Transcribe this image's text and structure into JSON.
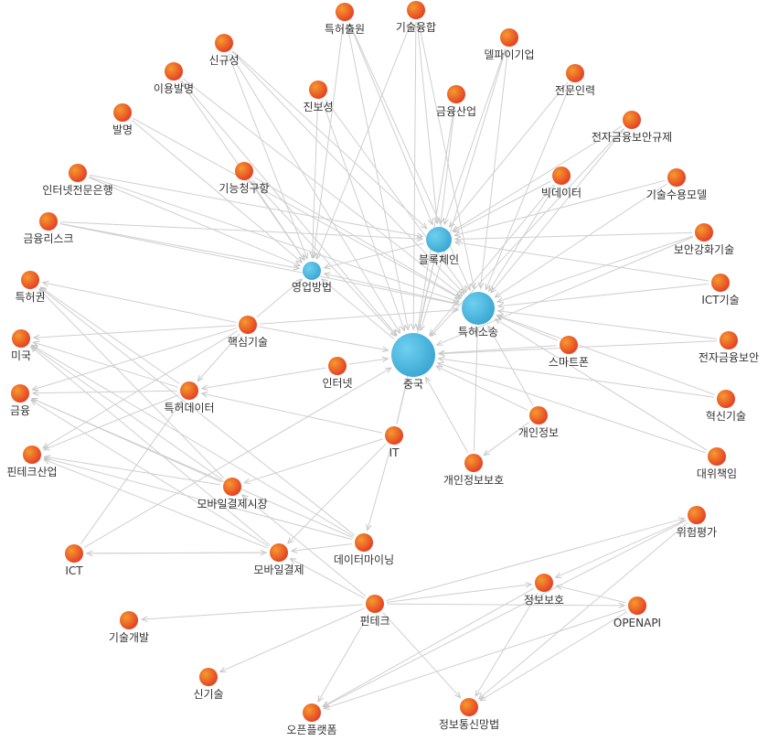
{
  "graph": {
    "nodes": [
      {
        "id": "china",
        "label": "중국",
        "kind": "hub"
      },
      {
        "id": "patent_litigation",
        "label": "특허소송",
        "kind": "hub"
      },
      {
        "id": "blockchain",
        "label": "블록체인",
        "kind": "hub"
      },
      {
        "id": "business_method",
        "label": "영업방법",
        "kind": "hub"
      },
      {
        "id": "patent_filing",
        "label": "특허출원",
        "kind": "term"
      },
      {
        "id": "tech_convergence",
        "label": "기술융합",
        "kind": "term"
      },
      {
        "id": "novelty",
        "label": "신규성",
        "kind": "term"
      },
      {
        "id": "delphi_firm",
        "label": "델파이기업",
        "kind": "term"
      },
      {
        "id": "invention_use",
        "label": "이용발명",
        "kind": "term"
      },
      {
        "id": "inventive_step",
        "label": "진보성",
        "kind": "term"
      },
      {
        "id": "financial_industry",
        "label": "금융산업",
        "kind": "term"
      },
      {
        "id": "expert_staff",
        "label": "전문인력",
        "kind": "term"
      },
      {
        "id": "invention",
        "label": "발명",
        "kind": "term"
      },
      {
        "id": "e_fin_sec_reg",
        "label": "전자금융보안규제",
        "kind": "term"
      },
      {
        "id": "functional_claim",
        "label": "기능청구항",
        "kind": "term"
      },
      {
        "id": "big_data",
        "label": "빅데이터",
        "kind": "term"
      },
      {
        "id": "internet_bank",
        "label": "인터넷전문은행",
        "kind": "term"
      },
      {
        "id": "tech_accept_model",
        "label": "기술수용모델",
        "kind": "term"
      },
      {
        "id": "financial_risk",
        "label": "금융리스크",
        "kind": "term"
      },
      {
        "id": "security_tech",
        "label": "보안강화기술",
        "kind": "term"
      },
      {
        "id": "patent_right",
        "label": "특허권",
        "kind": "term"
      },
      {
        "id": "ict_tech",
        "label": "ICT기술",
        "kind": "term"
      },
      {
        "id": "core_tech",
        "label": "핵심기술",
        "kind": "term"
      },
      {
        "id": "usa",
        "label": "미국",
        "kind": "term"
      },
      {
        "id": "smartphone",
        "label": "스마트폰",
        "kind": "term"
      },
      {
        "id": "e_fin_security",
        "label": "전자금융보안",
        "kind": "term"
      },
      {
        "id": "internet",
        "label": "인터넷",
        "kind": "term"
      },
      {
        "id": "finance",
        "label": "금융",
        "kind": "term"
      },
      {
        "id": "patent_data",
        "label": "특허데이터",
        "kind": "term"
      },
      {
        "id": "innovation_tech",
        "label": "혁신기술",
        "kind": "term"
      },
      {
        "id": "personal_info",
        "label": "개인정보",
        "kind": "term"
      },
      {
        "id": "it",
        "label": "IT",
        "kind": "term"
      },
      {
        "id": "fintech_industry",
        "label": "핀테크산업",
        "kind": "term"
      },
      {
        "id": "vicarious_liability",
        "label": "대위책임",
        "kind": "term"
      },
      {
        "id": "privacy_protection",
        "label": "개인정보보호",
        "kind": "term"
      },
      {
        "id": "mobile_pay_market",
        "label": "모바일결제시장",
        "kind": "term"
      },
      {
        "id": "risk_assessment",
        "label": "위험평가",
        "kind": "term"
      },
      {
        "id": "ict",
        "label": "ICT",
        "kind": "term"
      },
      {
        "id": "data_mining",
        "label": "데이터마이닝",
        "kind": "term"
      },
      {
        "id": "mobile_pay",
        "label": "모바일결제",
        "kind": "term"
      },
      {
        "id": "info_protection",
        "label": "정보보호",
        "kind": "term"
      },
      {
        "id": "fintech",
        "label": "핀테크",
        "kind": "term"
      },
      {
        "id": "openapi",
        "label": "OPENAPI",
        "kind": "term"
      },
      {
        "id": "tech_development",
        "label": "기술개발",
        "kind": "term"
      },
      {
        "id": "new_tech",
        "label": "신기술",
        "kind": "term"
      },
      {
        "id": "open_platform",
        "label": "오픈플랫폼",
        "kind": "term"
      },
      {
        "id": "telecom_network_act",
        "label": "정보통신망법",
        "kind": "term"
      }
    ],
    "edges": [
      [
        "patent_filing",
        "china"
      ],
      [
        "patent_filing",
        "blockchain"
      ],
      [
        "patent_filing",
        "patent_litigation"
      ],
      [
        "patent_filing",
        "business_method"
      ],
      [
        "tech_convergence",
        "china"
      ],
      [
        "tech_convergence",
        "blockchain"
      ],
      [
        "tech_convergence",
        "patent_litigation"
      ],
      [
        "tech_convergence",
        "business_method"
      ],
      [
        "novelty",
        "china"
      ],
      [
        "novelty",
        "patent_litigation"
      ],
      [
        "novelty",
        "business_method"
      ],
      [
        "novelty",
        "blockchain"
      ],
      [
        "delphi_firm",
        "blockchain"
      ],
      [
        "delphi_firm",
        "patent_litigation"
      ],
      [
        "delphi_firm",
        "china"
      ],
      [
        "invention_use",
        "business_method"
      ],
      [
        "invention_use",
        "patent_litigation"
      ],
      [
        "invention_use",
        "china"
      ],
      [
        "inventive_step",
        "china"
      ],
      [
        "inventive_step",
        "business_method"
      ],
      [
        "inventive_step",
        "patent_litigation"
      ],
      [
        "financial_industry",
        "blockchain"
      ],
      [
        "financial_industry",
        "china"
      ],
      [
        "expert_staff",
        "blockchain"
      ],
      [
        "expert_staff",
        "patent_litigation"
      ],
      [
        "invention",
        "business_method"
      ],
      [
        "invention",
        "patent_litigation"
      ],
      [
        "e_fin_sec_reg",
        "blockchain"
      ],
      [
        "e_fin_sec_reg",
        "patent_litigation"
      ],
      [
        "e_fin_sec_reg",
        "china"
      ],
      [
        "functional_claim",
        "business_method"
      ],
      [
        "functional_claim",
        "patent_litigation"
      ],
      [
        "functional_claim",
        "china"
      ],
      [
        "big_data",
        "blockchain"
      ],
      [
        "big_data",
        "patent_litigation"
      ],
      [
        "big_data",
        "china"
      ],
      [
        "internet_bank",
        "business_method"
      ],
      [
        "internet_bank",
        "blockchain"
      ],
      [
        "internet_bank",
        "patent_litigation"
      ],
      [
        "tech_accept_model",
        "blockchain"
      ],
      [
        "tech_accept_model",
        "patent_litigation"
      ],
      [
        "financial_risk",
        "business_method"
      ],
      [
        "financial_risk",
        "blockchain"
      ],
      [
        "financial_risk",
        "patent_litigation"
      ],
      [
        "security_tech",
        "blockchain"
      ],
      [
        "security_tech",
        "patent_litigation"
      ],
      [
        "security_tech",
        "china"
      ],
      [
        "ict_tech",
        "patent_litigation"
      ],
      [
        "ict_tech",
        "blockchain"
      ],
      [
        "e_fin_security",
        "patent_litigation"
      ],
      [
        "e_fin_security",
        "china"
      ],
      [
        "innovation_tech",
        "patent_litigation"
      ],
      [
        "innovation_tech",
        "china"
      ],
      [
        "vicarious_liability",
        "patent_litigation"
      ],
      [
        "vicarious_liability",
        "china"
      ],
      [
        "smartphone",
        "china"
      ],
      [
        "smartphone",
        "patent_litigation"
      ],
      [
        "personal_info",
        "china"
      ],
      [
        "personal_info",
        "patent_litigation"
      ],
      [
        "personal_info",
        "privacy_protection"
      ],
      [
        "privacy_protection",
        "china"
      ],
      [
        "privacy_protection",
        "patent_litigation"
      ],
      [
        "core_tech",
        "patent_right"
      ],
      [
        "core_tech",
        "usa"
      ],
      [
        "core_tech",
        "finance"
      ],
      [
        "core_tech",
        "fintech_industry"
      ],
      [
        "core_tech",
        "patent_data"
      ],
      [
        "core_tech",
        "china"
      ],
      [
        "core_tech",
        "patent_litigation"
      ],
      [
        "core_tech",
        "business_method"
      ],
      [
        "internet",
        "patent_data"
      ],
      [
        "internet",
        "china"
      ],
      [
        "it",
        "patent_data"
      ],
      [
        "it",
        "mobile_pay_market"
      ],
      [
        "it",
        "mobile_pay"
      ],
      [
        "it",
        "data_mining"
      ],
      [
        "it",
        "china"
      ],
      [
        "it",
        "blockchain"
      ],
      [
        "patent_data",
        "patent_right"
      ],
      [
        "patent_data",
        "usa"
      ],
      [
        "patent_data",
        "finance"
      ],
      [
        "patent_data",
        "fintech_industry"
      ],
      [
        "mobile_pay_market",
        "patent_right"
      ],
      [
        "mobile_pay_market",
        "usa"
      ],
      [
        "mobile_pay_market",
        "finance"
      ],
      [
        "mobile_pay_market",
        "fintech_industry"
      ],
      [
        "data_mining",
        "patent_right"
      ],
      [
        "data_mining",
        "usa"
      ],
      [
        "data_mining",
        "finance"
      ],
      [
        "data_mining",
        "fintech_industry"
      ],
      [
        "data_mining",
        "mobile_pay"
      ],
      [
        "ict",
        "mobile_pay"
      ],
      [
        "ict",
        "patent_data"
      ],
      [
        "ict",
        "china"
      ],
      [
        "mobile_pay",
        "ict"
      ],
      [
        "mobile_pay",
        "usa"
      ],
      [
        "mobile_pay",
        "finance"
      ],
      [
        "mobile_pay",
        "fintech_industry"
      ],
      [
        "fintech",
        "mobile_pay"
      ],
      [
        "fintech",
        "mobile_pay_market"
      ],
      [
        "fintech",
        "tech_development"
      ],
      [
        "fintech",
        "new_tech"
      ],
      [
        "fintech",
        "open_platform"
      ],
      [
        "fintech",
        "telecom_network_act"
      ],
      [
        "fintech",
        "info_protection"
      ],
      [
        "fintech",
        "openapi"
      ],
      [
        "fintech",
        "risk_assessment"
      ],
      [
        "info_protection",
        "open_platform"
      ],
      [
        "info_protection",
        "telecom_network_act"
      ],
      [
        "openapi",
        "info_protection"
      ],
      [
        "openapi",
        "open_platform"
      ],
      [
        "openapi",
        "telecom_network_act"
      ],
      [
        "risk_assessment",
        "open_platform"
      ],
      [
        "risk_assessment",
        "telecom_network_act"
      ],
      [
        "risk_assessment",
        "info_protection"
      ],
      [
        "blockchain",
        "business_method"
      ],
      [
        "patent_litigation",
        "business_method"
      ],
      [
        "china",
        "business_method"
      ],
      [
        "china",
        "blockchain"
      ]
    ]
  }
}
